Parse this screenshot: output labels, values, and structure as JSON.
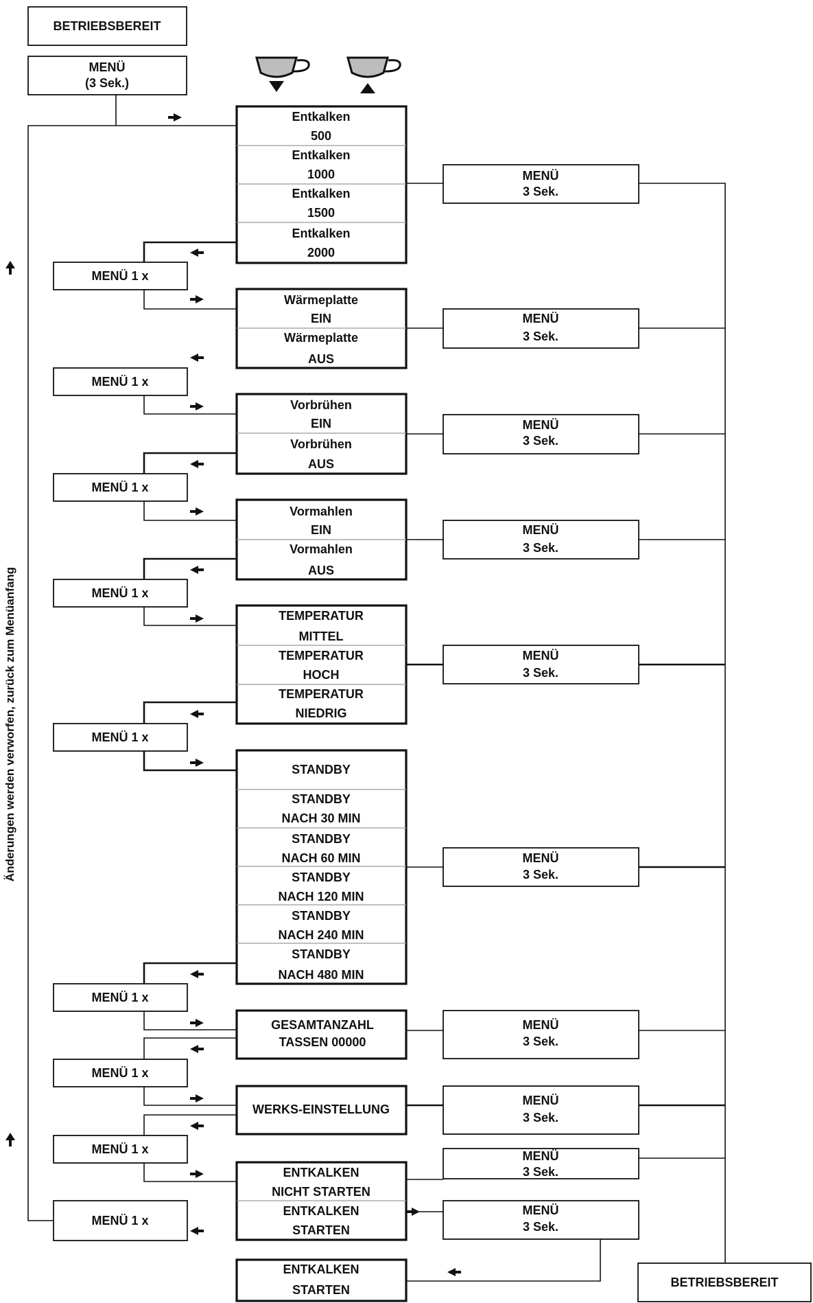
{
  "top": {
    "state": "BETRIEBSBEREIT",
    "menu_line1": "MENÜ",
    "menu_line2": "(3 Sek.)"
  },
  "icons": [
    "cup-down-icon",
    "cup-up-icon"
  ],
  "side_label": "Änderungen werden verworfen, zurück zum Menüanfang",
  "confirm": {
    "line1": "MENÜ",
    "line2": "3 Sek."
  },
  "step": "MENÜ 1 x",
  "groups": [
    {
      "name": "decalc-interval",
      "options": [
        [
          "Entkalken",
          "500"
        ],
        [
          "Entkalken",
          "1000"
        ],
        [
          "Entkalken",
          "1500"
        ],
        [
          "Entkalken",
          "2000"
        ]
      ]
    },
    {
      "name": "hotplate",
      "options": [
        [
          "Wärmeplatte",
          "EIN"
        ],
        [
          "Wärmeplatte",
          "AUS"
        ]
      ]
    },
    {
      "name": "pre-brew",
      "options": [
        [
          "Vorbrühen",
          "EIN"
        ],
        [
          "Vorbrühen",
          "AUS"
        ]
      ]
    },
    {
      "name": "pre-grind",
      "options": [
        [
          "Vormahlen",
          "EIN"
        ],
        [
          "Vormahlen",
          "AUS"
        ]
      ]
    },
    {
      "name": "temperature",
      "options": [
        [
          "TEMPERATUR",
          "MITTEL"
        ],
        [
          "TEMPERATUR",
          "HOCH"
        ],
        [
          "TEMPERATUR",
          "NIEDRIG"
        ]
      ]
    },
    {
      "name": "standby",
      "options": [
        [
          "STANDBY"
        ],
        [
          "STANDBY",
          "NACH 30 MIN"
        ],
        [
          "STANDBY",
          "NACH 60 MIN"
        ],
        [
          "STANDBY",
          "NACH 120 MIN"
        ],
        [
          "STANDBY",
          "NACH 240 MIN"
        ],
        [
          "STANDBY",
          "NACH 480 MIN"
        ]
      ]
    },
    {
      "name": "cup-count",
      "options": [
        [
          "GESAMTANZAHL",
          "TASSEN 00000"
        ]
      ]
    },
    {
      "name": "factory-reset",
      "options": [
        [
          "WERKS-EINSTELLUNG"
        ]
      ]
    },
    {
      "name": "decalc-start",
      "options": [
        [
          "ENTKALKEN",
          "NICHT STARTEN"
        ],
        [
          "ENTKALKEN",
          "STARTEN"
        ]
      ]
    }
  ],
  "final": {
    "line1": "ENTKALKEN",
    "line2": "STARTEN",
    "state": "BETRIEBSBEREIT"
  }
}
